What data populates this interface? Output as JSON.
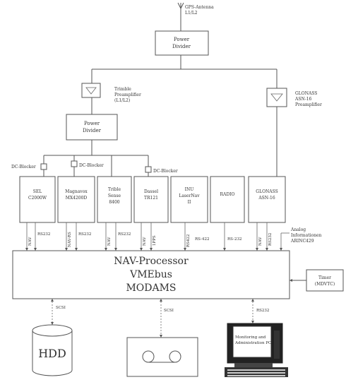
{
  "antenna": {
    "label1": "GPS-Antenna",
    "label2": "L1/L2"
  },
  "power_divider_top": {
    "line1": "Power",
    "line2": "Divider"
  },
  "power_divider_mid": {
    "line1": "Power",
    "line2": "Divider"
  },
  "trimble_preamp": {
    "line1": "Trimble",
    "line2": "Preamplifier",
    "line3": "(L1/L2)"
  },
  "glonass_preamp": {
    "line1": "GLONASS",
    "line2": "ASN-16",
    "line3": "Preamplifier"
  },
  "dc_blockers": [
    "DC-Blocker",
    "DC-Blocker",
    "DC-Blocker"
  ],
  "receivers": [
    {
      "line1": "SEL",
      "line2": "C2000W"
    },
    {
      "line1": "Magnavox",
      "line2": "MX4200D"
    },
    {
      "line1": "Trible",
      "line2": "Sense",
      "line3": "8400"
    },
    {
      "line1": "Dassel",
      "line2": "TR121"
    },
    {
      "line1": "INU",
      "line2": "LaserNav",
      "line3": "II"
    },
    {
      "line1": "RADIO",
      "line2": ""
    },
    {
      "line1": "GLONASS",
      "line2": "ASN-16"
    }
  ],
  "signals": {
    "nav": "NAV",
    "pps": "1PPS",
    "nav_rs": "NAV-RS",
    "rs232": "RS232",
    "rs422": "RS422",
    "rs_422": "RS-422",
    "rs_232": "RS-232"
  },
  "analog_info": {
    "line1": "Analog",
    "line2": "Informationen",
    "line3": "ARINC429"
  },
  "processor": {
    "line1": "NAV-Processor",
    "line2": "VMEbus",
    "line3": "MODAMS"
  },
  "timer": {
    "line1": "Timer",
    "line2": "(MDVTC)"
  },
  "scsi_left": "SCSI",
  "scsi_mid": "SCSI",
  "rs232_right": "RS232",
  "hdd": "HDD",
  "monitor": {
    "line1": "Monitoring and",
    "line2": "Administration PC"
  }
}
